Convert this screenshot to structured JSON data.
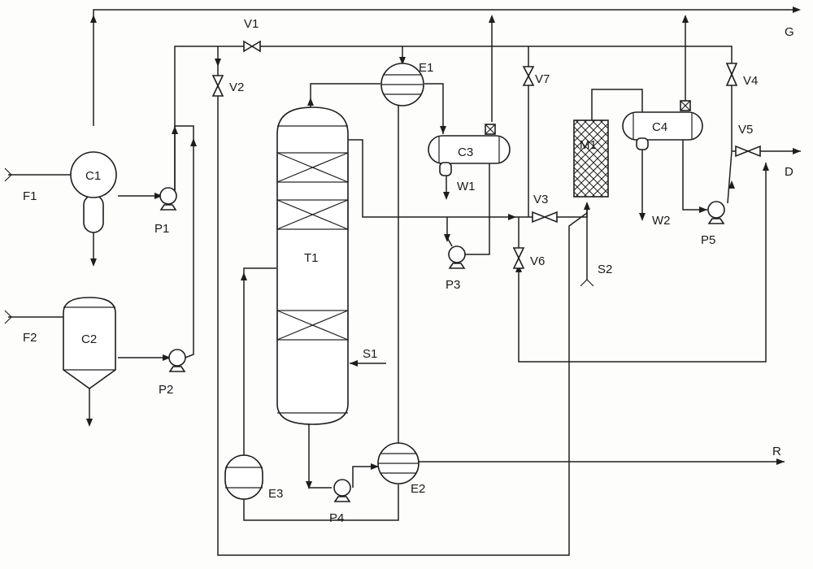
{
  "labels": {
    "F1": "F1",
    "F2": "F2",
    "C1": "C1",
    "C2": "C2",
    "P1": "P1",
    "P2": "P2",
    "P3": "P3",
    "P4": "P4",
    "P5": "P5",
    "V1": "V1",
    "V2": "V2",
    "V3": "V3",
    "V4": "V4",
    "V5": "V5",
    "V6": "V6",
    "V7": "V7",
    "E1": "E1",
    "E2": "E2",
    "E3": "E3",
    "T1": "T1",
    "C3": "C3",
    "C4": "C4",
    "M1": "M1",
    "W1": "W1",
    "W2": "W2",
    "S1": "S1",
    "S2": "S2",
    "G": "G",
    "D": "D",
    "R": "R"
  }
}
